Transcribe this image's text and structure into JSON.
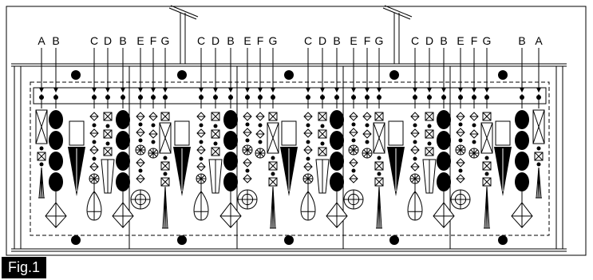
{
  "figure": {
    "label": "Fig.1",
    "columns": [
      "A",
      "B",
      "C",
      "D",
      "B",
      "E",
      "F",
      "G",
      "C",
      "D",
      "B",
      "E",
      "F",
      "G",
      "C",
      "D",
      "B",
      "E",
      "F",
      "G",
      "C",
      "D",
      "B",
      "E",
      "F",
      "G",
      "B",
      "A"
    ]
  }
}
